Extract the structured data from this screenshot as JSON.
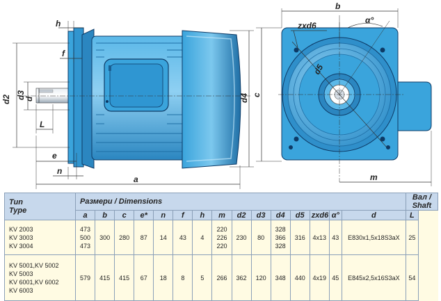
{
  "dims": {
    "h": "h",
    "f": "f",
    "d2": "d2",
    "d3": "d3",
    "d": "d",
    "L": "L",
    "e": "e",
    "n": "n",
    "a": "a",
    "d4": "d4",
    "b": "b",
    "alpha": "α°",
    "zxd6": "zxd6",
    "d5": "d5",
    "c": "c",
    "m": "m"
  },
  "table": {
    "type_header_1": "Tun",
    "type_header_2": "Type",
    "dims_header": "Размери / Dimensions",
    "shaft_header": "Вал / Shaft",
    "columns": [
      "a",
      "b",
      "c",
      "e*",
      "n",
      "f",
      "h",
      "m",
      "d2",
      "d3",
      "d4",
      "d5",
      "zxd6",
      "α°",
      "d",
      "L"
    ],
    "rows": [
      {
        "types": [
          "KV 2003",
          "KV 3003",
          "KV 3004"
        ],
        "a": [
          "473",
          "500",
          "473"
        ],
        "b": "300",
        "c": "280",
        "e": "87",
        "n": "14",
        "f": "43",
        "h": "4",
        "m": [
          "220",
          "226",
          "220"
        ],
        "d2": "230",
        "d3": "80",
        "d4": [
          "328",
          "366",
          "328"
        ],
        "d5": "316",
        "zxd6": "4x13",
        "alpha": "43",
        "d": "E830x1,5x18S3aX",
        "L": "25"
      },
      {
        "types": [
          "KV 5001,KV 5002",
          "KV 5003",
          "KV 6001,KV 6002",
          "KV 6003"
        ],
        "a": "579",
        "b": "415",
        "c": "415",
        "e": "67",
        "n": "18",
        "f": "8",
        "h": "5",
        "m": "266",
        "d2": "362",
        "d3": "120",
        "d4": "348",
        "d5": "440",
        "zxd6": "4x19",
        "alpha": "45",
        "d": "E845x2,5x16S3aX",
        "L": "54"
      }
    ]
  },
  "colors": {
    "motor_blue": "#3aa4dc",
    "motor_light": "#8fd0f2",
    "motor_dark": "#1f6fa6",
    "table_header": "#c7d8ec",
    "table_body": "#fffbe3"
  }
}
